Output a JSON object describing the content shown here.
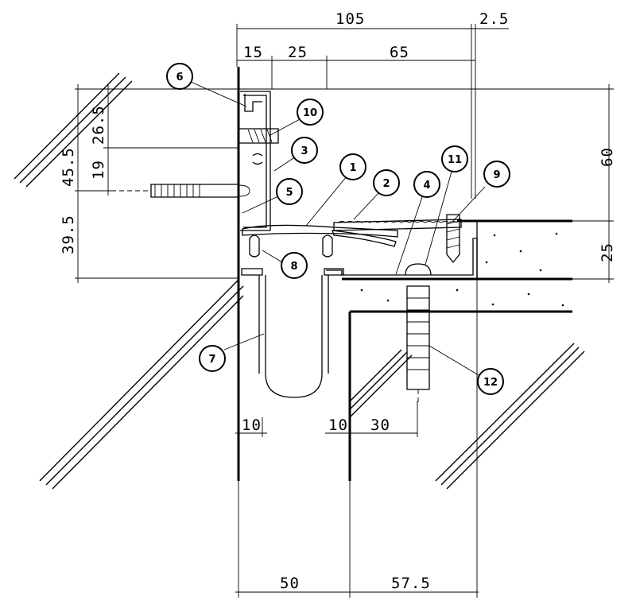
{
  "dimensions": {
    "top_total": "105",
    "top_gap": "2.5",
    "top_a": "15",
    "top_b": "25",
    "top_c": "65",
    "left_outer": "45.5",
    "left_a": "26.5",
    "left_b": "19",
    "left_c": "39.5",
    "right_a": "60",
    "right_b": "25",
    "mid_a": "10",
    "mid_b": "10",
    "mid_c": "30",
    "bottom_a": "50",
    "bottom_b": "57.5"
  },
  "callouts": [
    "1",
    "2",
    "3",
    "4",
    "5",
    "6",
    "7",
    "8",
    "9",
    "10",
    "11",
    "12"
  ]
}
